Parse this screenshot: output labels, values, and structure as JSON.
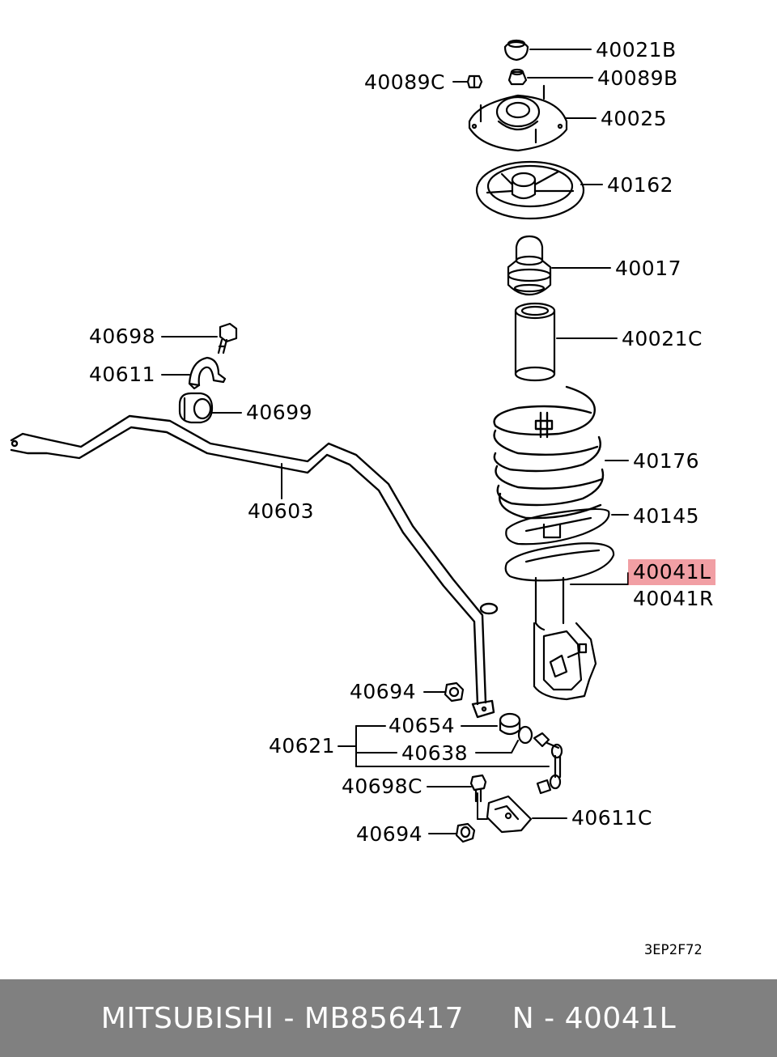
{
  "labels": {
    "l40021B": "40021B",
    "l40089B": "40089B",
    "l40089C": "40089C",
    "l40025": "40025",
    "l40162": "40162",
    "l40017": "40017",
    "l40021C": "40021C",
    "l40698": "40698",
    "l40611": "40611",
    "l40699": "40699",
    "l40603": "40603",
    "l40176": "40176",
    "l40145": "40145",
    "l40041L": "40041L",
    "l40041R": "40041R",
    "l40694a": "40694",
    "l40654": "40654",
    "l40621": "40621",
    "l40638": "40638",
    "l40698C": "40698C",
    "l40611C": "40611C",
    "l40694b": "40694"
  },
  "diagram_code": "3EP2F72",
  "footer": {
    "text": "MITSUBISHI - MB856417     N - 40041L"
  },
  "colors": {
    "highlight": "#e6505a",
    "footer_bg": "#808080",
    "footer_text": "#ffffff"
  }
}
